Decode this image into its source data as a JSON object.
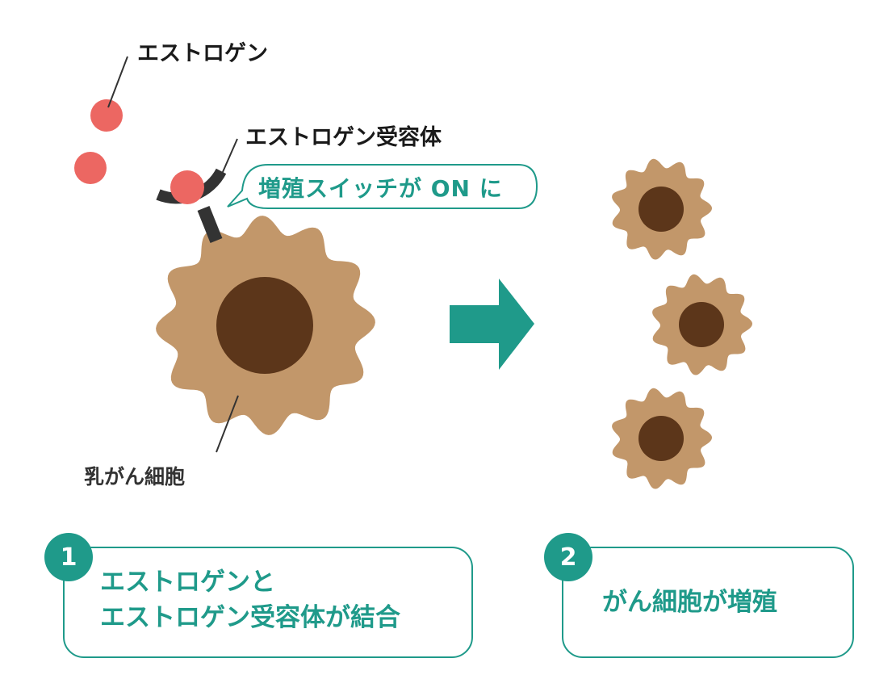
{
  "labels": {
    "estrogen": "エストロゲン",
    "receptor": "エストロゲン受容体",
    "switch_on": "増殖スイッチが ON に",
    "cancer_cell": "乳がん細胞"
  },
  "steps": [
    {
      "number": "1",
      "line1": "エストロゲンと",
      "line2": "エストロゲン受容体が結合"
    },
    {
      "number": "2",
      "line1": "がん細胞が増殖"
    }
  ],
  "colors": {
    "accent": "#1f9a8a",
    "estrogen": "#ec6762",
    "cell_body": "#c2976a",
    "cell_nucleus": "#5c361a",
    "receptor": "#333333"
  },
  "icons": {
    "arrow": "right-arrow-icon"
  }
}
